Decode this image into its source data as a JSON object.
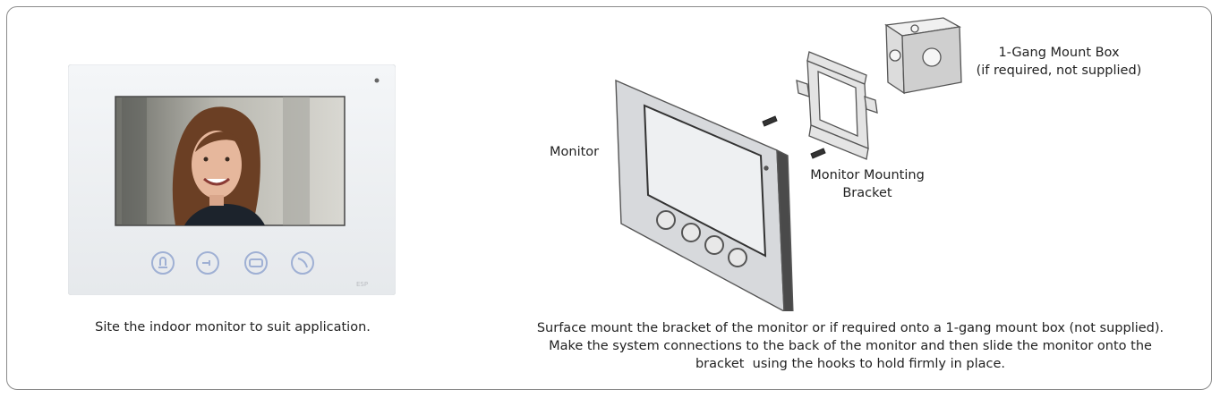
{
  "left_panel": {
    "caption": "Site the indoor monitor to suit application.",
    "device_brand_text": "ESP"
  },
  "right_panel": {
    "label_monitor": "Monitor",
    "label_bracket_line1": "Monitor Mounting",
    "label_bracket_line2": "Bracket",
    "label_box_line1": "1-Gang Mount Box",
    "label_box_line2": "(if required, not supplied)",
    "caption_line1": "Surface mount the bracket of the monitor or if required onto a 1-gang mount box (not supplied).",
    "caption_line2": "Make the system connections to the back of the monitor and then slide the monitor onto the",
    "caption_line3": "bracket  using the hooks to hold firmly in place."
  }
}
